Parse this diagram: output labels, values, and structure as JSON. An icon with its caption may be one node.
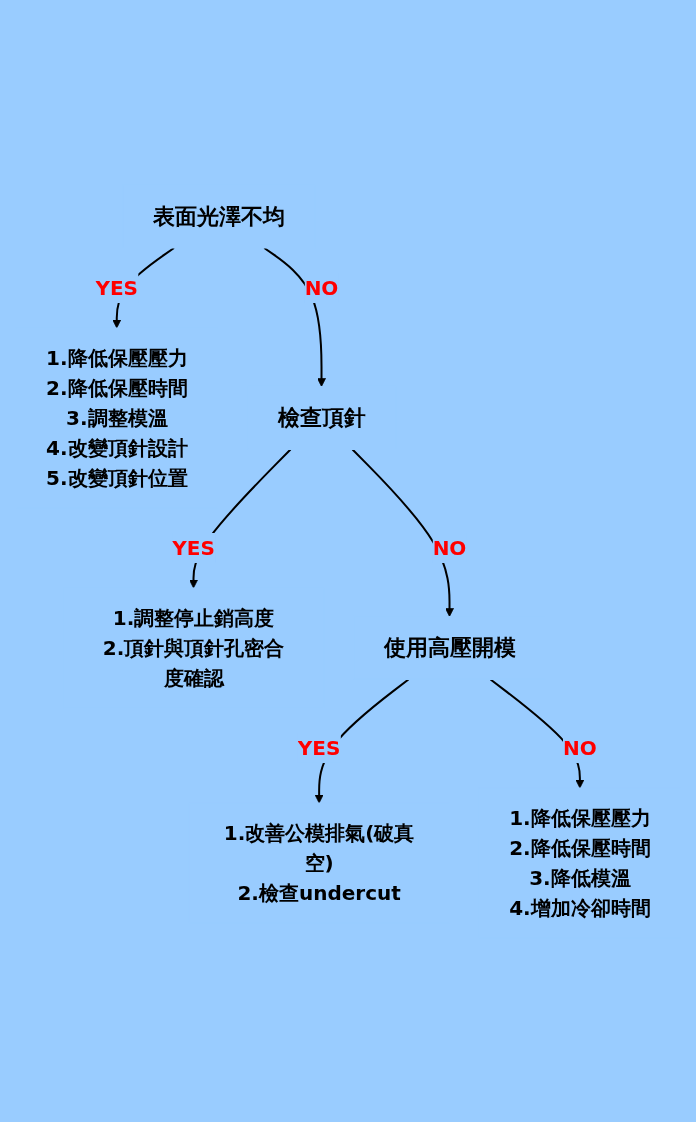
{
  "diagram": {
    "nodes": [
      {
        "text": [
          "表面光澤不均"
        ]
      },
      {
        "text": [
          "1.降低保壓壓力",
          "2.降低保壓時間",
          "3.調整模溫",
          "4.改變頂針設計",
          "5.改變頂針位置"
        ]
      },
      {
        "text": [
          "檢查頂針"
        ]
      },
      {
        "text": [
          "1.調整停止銷高度",
          "2.頂針與頂針孔密合度確認"
        ]
      },
      {
        "text": [
          "使用高壓開模"
        ]
      },
      {
        "text": [
          "1.改善公模排氣(破真空)",
          "2.檢查undercut"
        ]
      },
      {
        "text": [
          "1.降低保壓壓力",
          "2.降低保壓時間",
          "3.降低模溫",
          "4.增加冷卻時間"
        ]
      }
    ],
    "edges": [
      {
        "from": 0,
        "to": 1,
        "arrow": "to",
        "label": "YES"
      },
      {
        "from": 0,
        "to": 2,
        "arrow": "to",
        "label": "NO"
      },
      {
        "from": 2,
        "to": 3,
        "arrow": "to",
        "label": "YES"
      },
      {
        "from": 2,
        "to": 4,
        "arrow": "to",
        "label": "NO"
      },
      {
        "from": 4,
        "to": 5,
        "arrow": "to",
        "label": "YES"
      },
      {
        "from": 4,
        "to": 6,
        "arrow": "to",
        "label": "NO"
      }
    ]
  }
}
